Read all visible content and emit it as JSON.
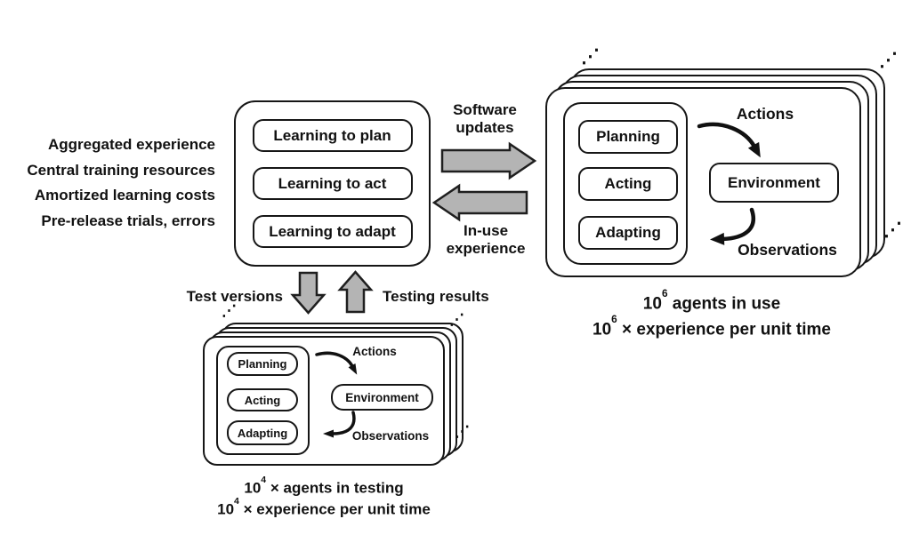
{
  "palette": {
    "ink": "#111111",
    "block_arrow_fill": "#b4b4b4",
    "block_arrow_stroke": "#1f1f1f"
  },
  "glyphs": {
    "stack_ellipsis": "⋰"
  },
  "left_notes": {
    "lines": [
      "Aggregated experience",
      "Central training resources",
      "Amortized learning costs",
      "Pre-release trials, errors"
    ]
  },
  "central_system": {
    "items": [
      "Learning to plan",
      "Learning to act",
      "Learning to adapt"
    ]
  },
  "exchange": {
    "software_updates": {
      "line1": "Software",
      "line2": "updates"
    },
    "in_use_experience": {
      "line1": "In-use",
      "line2": "experience"
    },
    "test_versions": "Test versions",
    "testing_results": "Testing results"
  },
  "deployed_stack": {
    "modules": [
      "Planning",
      "Acting",
      "Adapting"
    ],
    "environment": "Environment",
    "actions_label": "Actions",
    "observations_label": "Observations",
    "caption_line1": {
      "base": "10",
      "exp": "6",
      "rest": " agents in use"
    },
    "caption_line2": {
      "base": "10",
      "exp": "6",
      "rest": " × experience per unit time"
    }
  },
  "testing_stack": {
    "modules": [
      "Planning",
      "Acting",
      "Adapting"
    ],
    "environment": "Environment",
    "actions_label": "Actions",
    "observations_label": "Observations",
    "caption_line1": {
      "base": "10",
      "exp": "4",
      "rest": " × agents in testing"
    },
    "caption_line2": {
      "base": "10",
      "exp": "4",
      "rest": " × experience per unit time"
    }
  }
}
